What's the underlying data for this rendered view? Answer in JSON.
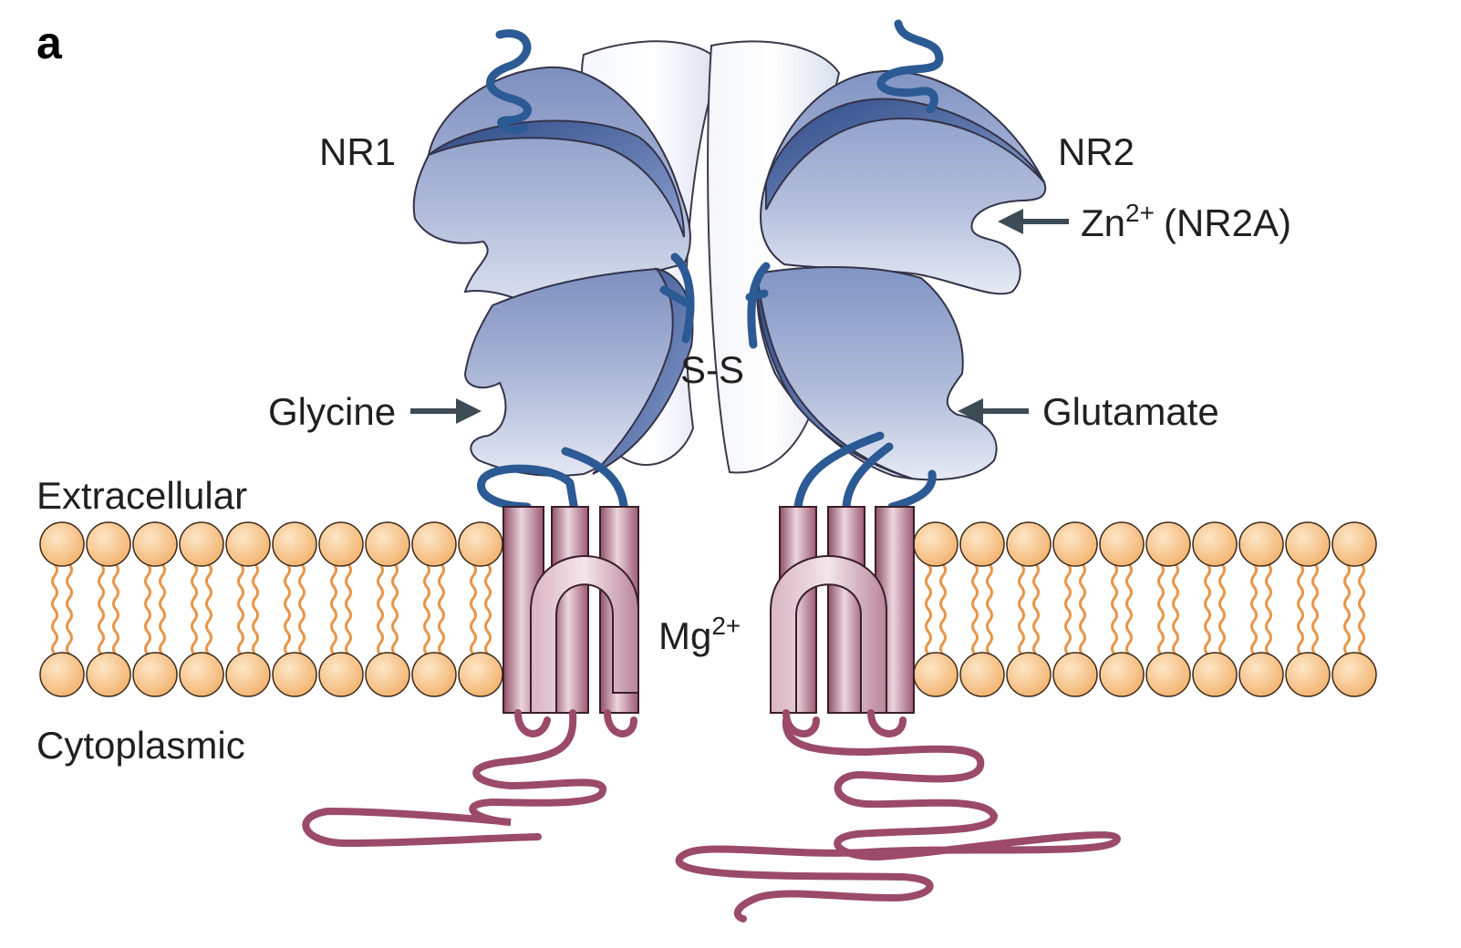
{
  "panel_letter": "a",
  "labels": {
    "nr1": "NR1",
    "nr2": "NR2",
    "zn": "Zn",
    "zn_charge": "2+",
    "zn_note": "(NR2A)",
    "ss": "S-S",
    "glycine": "Glycine",
    "glutamate": "Glutamate",
    "extracellular": "Extracellular",
    "cytoplasmic": "Cytoplasmic",
    "mg": "Mg",
    "mg_charge": "2+"
  },
  "colors": {
    "subunit_fill": "#a9b4d2",
    "subunit_dark": "#3b5592",
    "loop_blue": "#2c5a94",
    "lipid_head": "#f6c489",
    "lipid_tail": "#e8964a",
    "helix_fill": "#c48a9e",
    "tail_purple": "#9b4a6a",
    "central_white": "#e9edf6",
    "arrow": "#3d4b55"
  },
  "lipid_heads_per_side": 10
}
